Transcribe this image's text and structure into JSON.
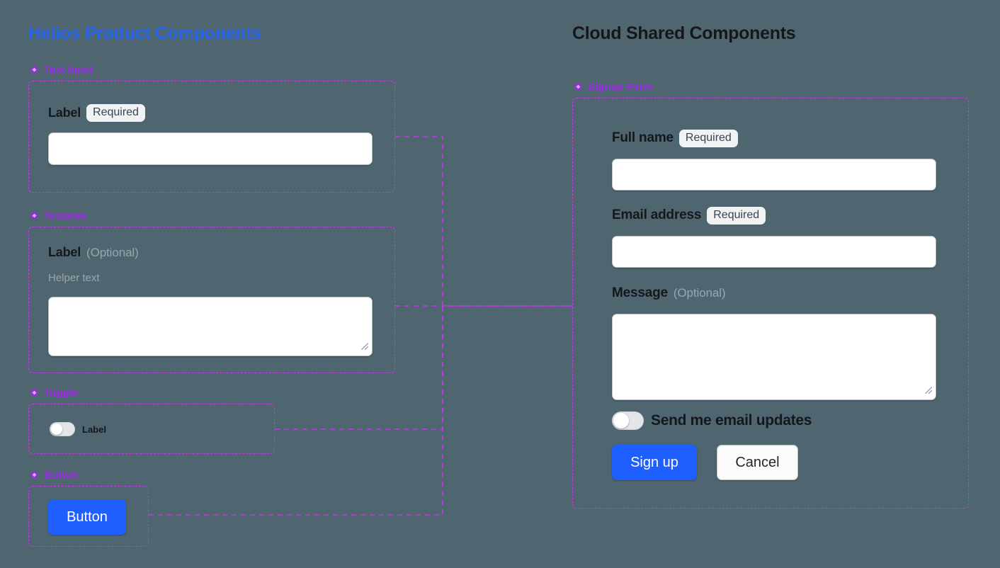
{
  "background_color": "#4f6670",
  "accent_colors": {
    "left_heading": "#2563eb",
    "right_heading": "#15171c",
    "section_label": "#9b28e8",
    "frame_dash": "#cc33ee",
    "connector": "#cc33ee",
    "primary_button": "#1f5eff",
    "badge_bg": "#f1f2f4",
    "muted_text": "#9aa6ad"
  },
  "columns": {
    "left": {
      "title": "Helios Product Components",
      "sections": [
        {
          "icon": "diamond-icon",
          "label": "Text Input",
          "field": {
            "label": "Label",
            "badge": "Required",
            "input_value": "",
            "input_placeholder": ""
          }
        },
        {
          "icon": "diamond-icon",
          "label": "Textarea",
          "field": {
            "label": "Label",
            "optional": "(Optional)",
            "helper": "Helper text",
            "input_value": "",
            "input_placeholder": ""
          }
        },
        {
          "icon": "diamond-icon",
          "label": "Toggle",
          "field": {
            "toggle_label": "Label",
            "toggle_state": "off"
          }
        },
        {
          "icon": "diamond-icon",
          "label": "Button",
          "field": {
            "button_label": "Button"
          }
        }
      ]
    },
    "right": {
      "title": "Cloud Shared Components",
      "sections": [
        {
          "icon": "diamond-icon",
          "label": "Signup Form",
          "form": {
            "fields": [
              {
                "label": "Full name",
                "badge": "Required",
                "value": "",
                "placeholder": ""
              },
              {
                "label": "Email address",
                "badge": "Required",
                "value": "",
                "placeholder": ""
              },
              {
                "label": "Message",
                "optional": "(Optional)",
                "value": "",
                "placeholder": ""
              }
            ],
            "toggle": {
              "label": "Send me email updates",
              "state": "off"
            },
            "actions": {
              "primary": "Sign up",
              "secondary": "Cancel"
            }
          }
        }
      ]
    }
  }
}
